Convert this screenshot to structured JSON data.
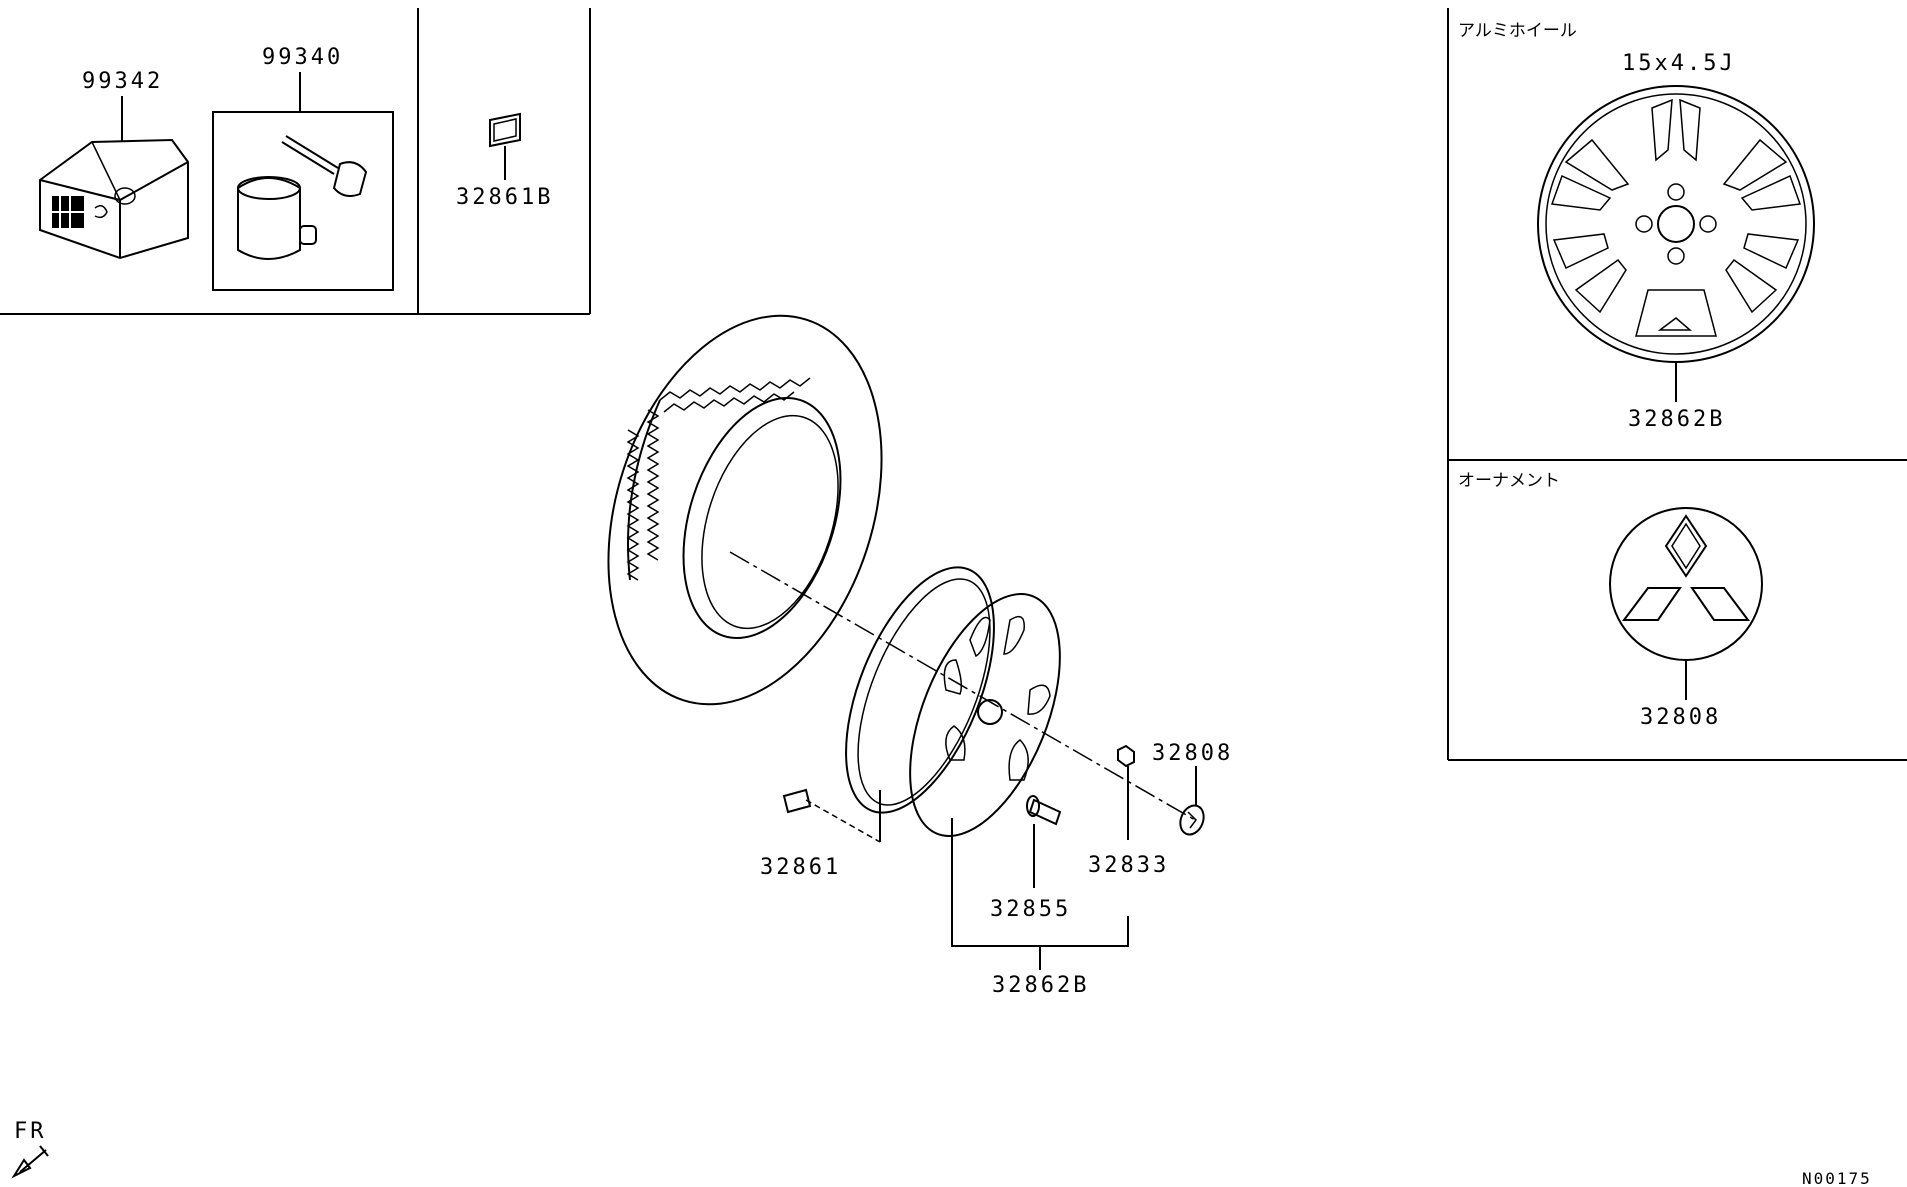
{
  "inset_left": {
    "compressor_part": "99342",
    "sealant_kit_part": "99340",
    "tag_part": "32861B"
  },
  "inset_right": {
    "wheel_title": "アルミホイール",
    "wheel_size": "15x4.5J",
    "wheel_part": "32862B",
    "ornament_title": "オーナメント",
    "ornament_part": "32808"
  },
  "main": {
    "cap_part": "32808",
    "weight_part": "32861",
    "nut_part": "32833",
    "valve_part": "32855",
    "wheel_assembly_part": "32862B"
  },
  "footer": {
    "direction_label": "FR",
    "diagram_id": "N00175"
  }
}
